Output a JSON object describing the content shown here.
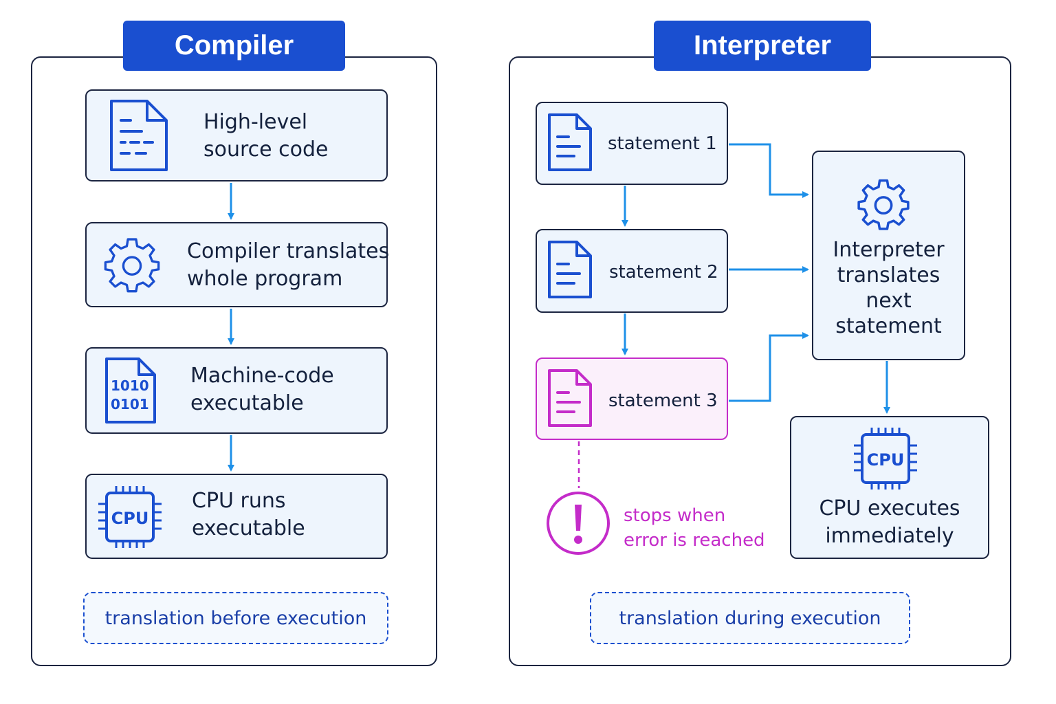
{
  "compiler": {
    "title": "Compiler",
    "steps": [
      {
        "label": "High-level\nsource code",
        "icon": "document-icon"
      },
      {
        "label": "Compiler translates\nwhole program",
        "icon": "gear-icon"
      },
      {
        "label": "Machine-code\nexecutable",
        "icon": "binary-file-icon",
        "icon_text": [
          "1010",
          "0101"
        ]
      },
      {
        "label": "CPU runs\nexecutable",
        "icon": "cpu-chip-icon",
        "icon_text": "CPU"
      }
    ],
    "note": "translation before execution"
  },
  "interpreter": {
    "title": "Interpreter",
    "statements": [
      {
        "label": "statement 1",
        "icon": "document-icon"
      },
      {
        "label": "statement 2",
        "icon": "document-icon"
      },
      {
        "label": "statement 3",
        "icon": "document-icon",
        "state": "error"
      }
    ],
    "translator": {
      "label": "Interpreter\ntranslates\nnext\nstatement",
      "icon": "gear-icon"
    },
    "cpu": {
      "label": "CPU executes\nimmediately",
      "icon": "cpu-chip-icon",
      "icon_text": "CPU"
    },
    "error": {
      "text": "stops when\nerror is reached",
      "icon": "exclamation-icon"
    },
    "note": "translation during execution"
  },
  "colors": {
    "primary": "#1a4fd0",
    "arrow": "#1e90e8",
    "outline": "#1b2440",
    "box_fill": "#eef5fd",
    "error": "#c42cc9"
  }
}
